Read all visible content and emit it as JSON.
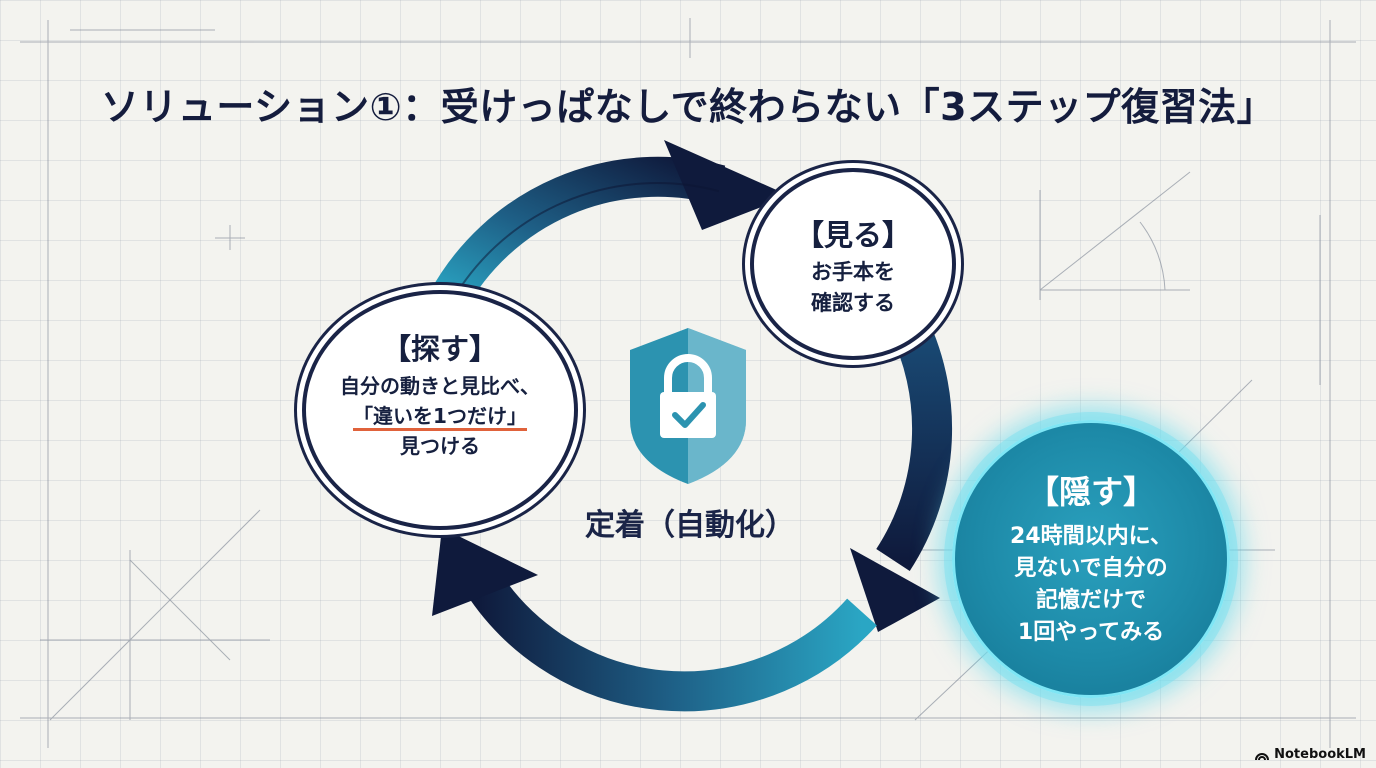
{
  "title": "ソリューション①：受けっぱなしで終わらない「3ステップ復習法」",
  "steps": {
    "mieru": {
      "title": "【見る】",
      "lines": [
        "お手本を",
        "確認する"
      ]
    },
    "sagasu": {
      "title": "【探す】",
      "line1": "自分の動きと見比べ、",
      "highlight": "「違いを1つだけ」",
      "line3": "見つける"
    },
    "kakusu": {
      "title": "【隠す】",
      "lines": [
        "24時間以内に、",
        "見ないで自分の",
        "記憶だけで",
        "1回やってみる"
      ]
    }
  },
  "center": {
    "label": "定着（自動化）",
    "icon": "shield-lock-check-icon"
  },
  "brand": {
    "name": "NotebookLM",
    "icon": "notebooklm-logo-icon"
  },
  "colors": {
    "navy": "#1a2447",
    "teal": "#1d8aa8",
    "glow": "#7ee6f5",
    "highlight_underline": "#e0623b"
  }
}
